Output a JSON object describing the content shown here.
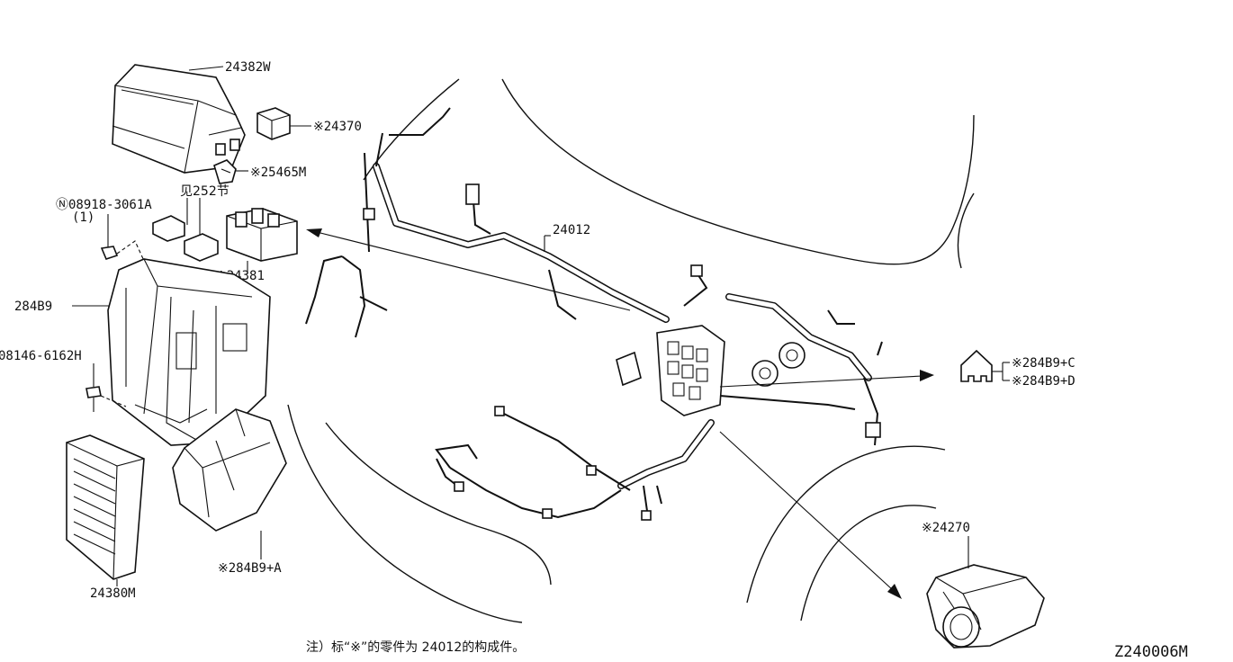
{
  "labels": {
    "p24382w": "24382W",
    "p24370": "※24370",
    "p25465m": "※25465M",
    "p252": "见252节",
    "p08918": "Ⓝ08918-3061A",
    "p08918_qty": "(1)",
    "p24381": "※24381",
    "p24012": "24012",
    "p284b9": "284B9",
    "p08146": "08146-6162H",
    "p284b9c": "※284B9+C",
    "p284b9d": "※284B9+D",
    "p284b9a": "※284B9+A",
    "p24380m": "24380M",
    "p24270": "※24270"
  },
  "footnote": "注）标“※”的零件为 24012的构成件。",
  "diagram_code": "Z240006M"
}
